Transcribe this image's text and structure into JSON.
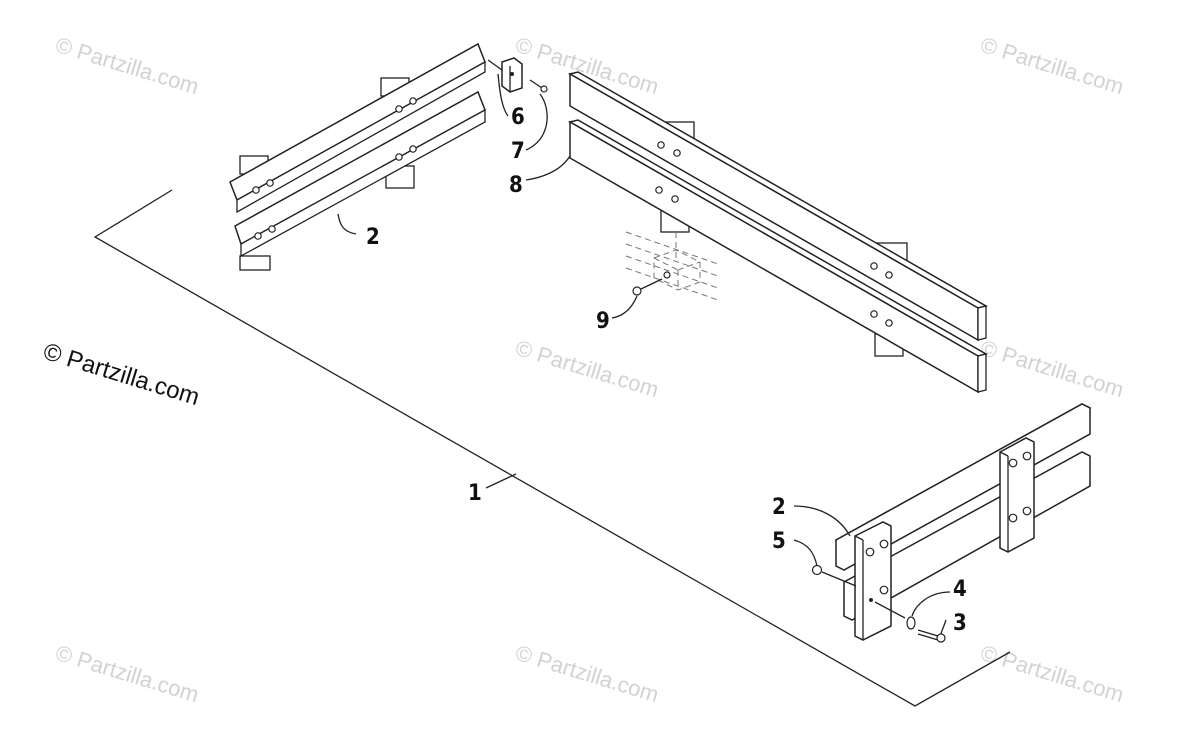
{
  "watermark": {
    "main": "© Partzilla.com",
    "faint": [
      "© Partzilla.com",
      "© Partzilla.com",
      "© Partzilla.com",
      "© Partzilla.com",
      "© Partzilla.com",
      "© Partzilla.com",
      "© Partzilla.com",
      "© Partzilla.com"
    ]
  },
  "callouts": {
    "c1": "1",
    "c2a": "2",
    "c2b": "2",
    "c3": "3",
    "c4": "4",
    "c5": "5",
    "c6": "6",
    "c7": "7",
    "c8": "8",
    "c9": "9"
  },
  "colors": {
    "line": "#222222",
    "watermark": "#d2d2d2",
    "background": "#ffffff"
  }
}
